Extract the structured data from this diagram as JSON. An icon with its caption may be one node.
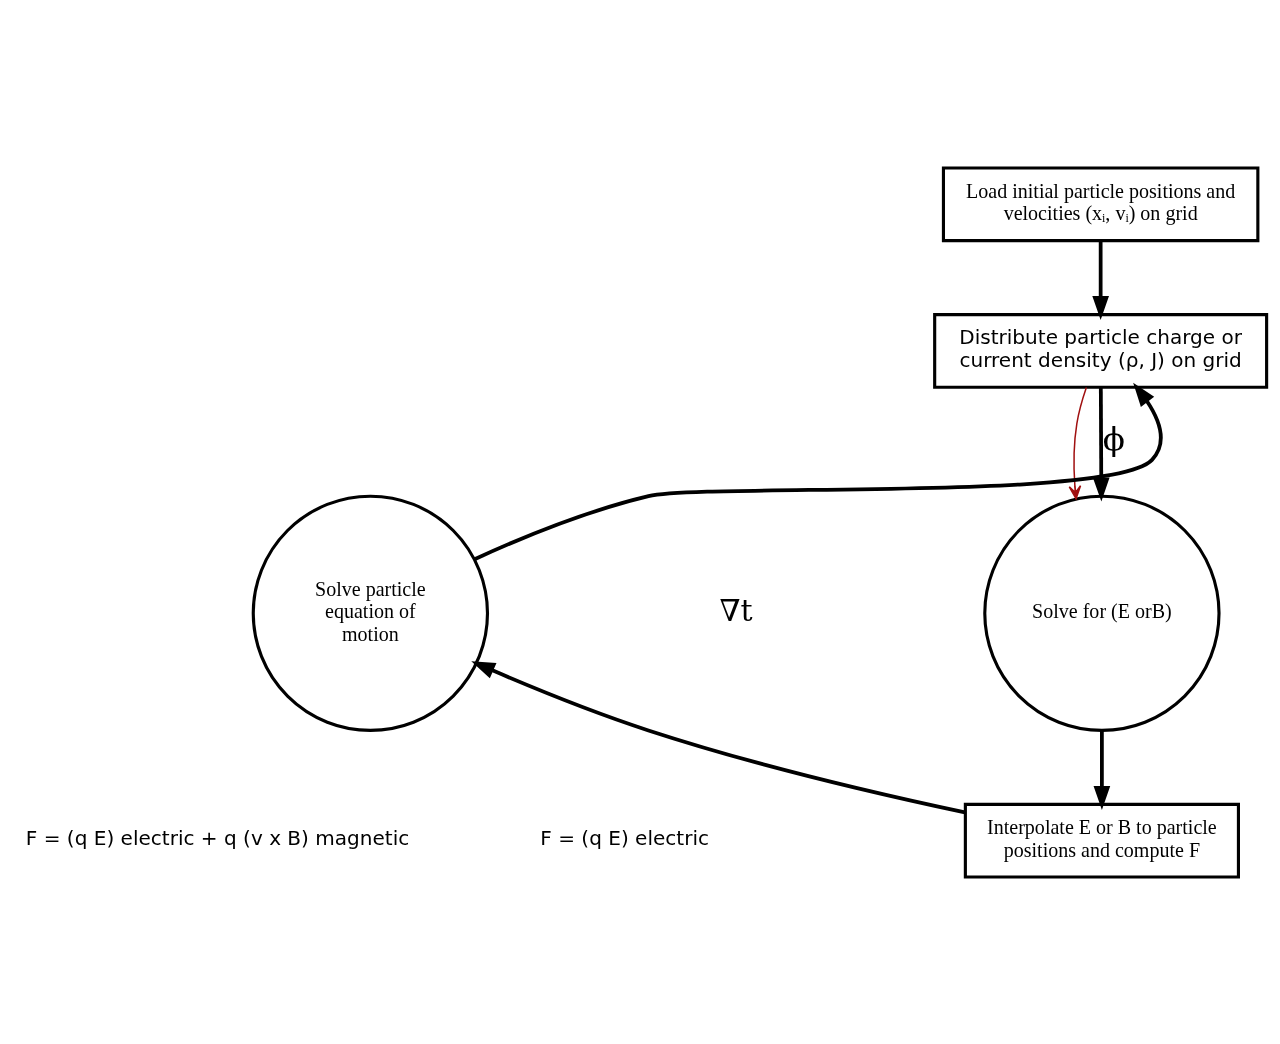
{
  "diagram": {
    "nodes": [
      {
        "text": [
          "Load initial particle positions and velocities (xᵢ, vᵢ) on grid"
        ]
      },
      {
        "text": [
          "Distribute particle charge or current density (ρ, J) on grid"
        ]
      },
      {
        "text": [
          "Solve for (E orB)"
        ]
      },
      {
        "text": [
          "Interpolate E or B to particle positions and compute F"
        ]
      },
      {
        "text": [
          "Solve particle equation of motion"
        ]
      }
    ],
    "edges": [
      {
        "from": 0,
        "to": 1,
        "arrow": "to"
      },
      {
        "from": 1,
        "to": 2,
        "arrow": "to",
        "label": "ϕ"
      },
      {
        "from": 1,
        "to": 2,
        "arrow": "to",
        "color": "#a01010"
      },
      {
        "from": 2,
        "to": 3,
        "arrow": "to"
      },
      {
        "from": 3,
        "to": 4,
        "arrow": "to"
      },
      {
        "from": 4,
        "to": 1,
        "arrow": "to"
      }
    ],
    "labels": [
      "∇t",
      "F = (q E) electric",
      "F = (q E) electric + q (v x B) magnetic"
    ]
  }
}
